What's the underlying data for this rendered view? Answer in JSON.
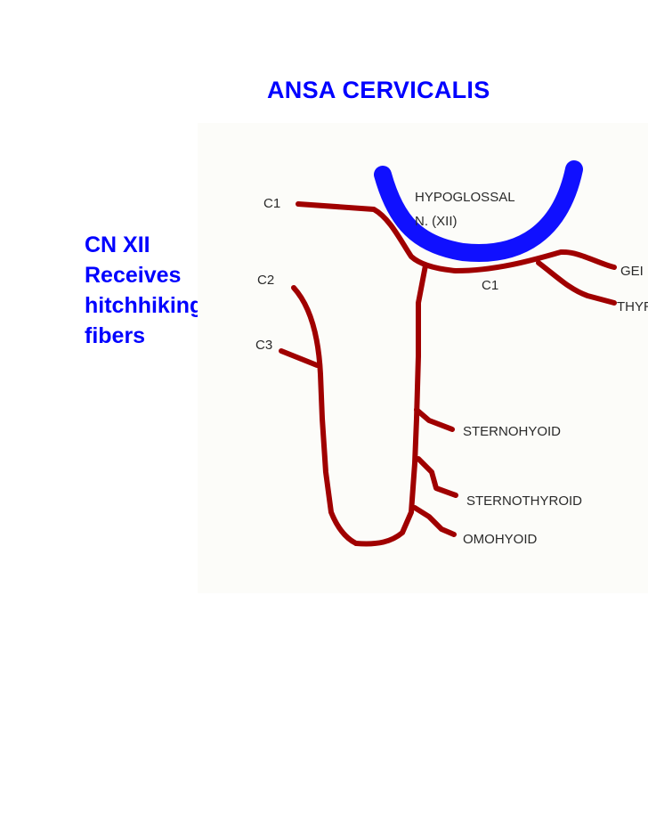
{
  "title": "ANSA CERVICALIS",
  "side_note": {
    "lines": [
      "CN XII",
      "Receives",
      "hitchhiking",
      "fibers"
    ]
  },
  "diagram": {
    "labels": {
      "c1_top": "C1",
      "c2": "C2",
      "c3": "C3",
      "hypoglossal_line1": "HYPOGLOSSAL",
      "hypoglossal_line2": "N. (XII)",
      "c1_branch": "C1",
      "geniohyoid_partial": "GEI",
      "thyrohyoid_partial": "THYR",
      "sternohyoid": "STERNOHYOID",
      "sternothyroid": "STERNOTHYROID",
      "omohyoid": "OMOHYOID"
    },
    "colors": {
      "nerve": "#a00000",
      "hypoglossal": "#1010ff",
      "text": "#0000ff",
      "diagram_bg": "#fcfcf9"
    }
  }
}
